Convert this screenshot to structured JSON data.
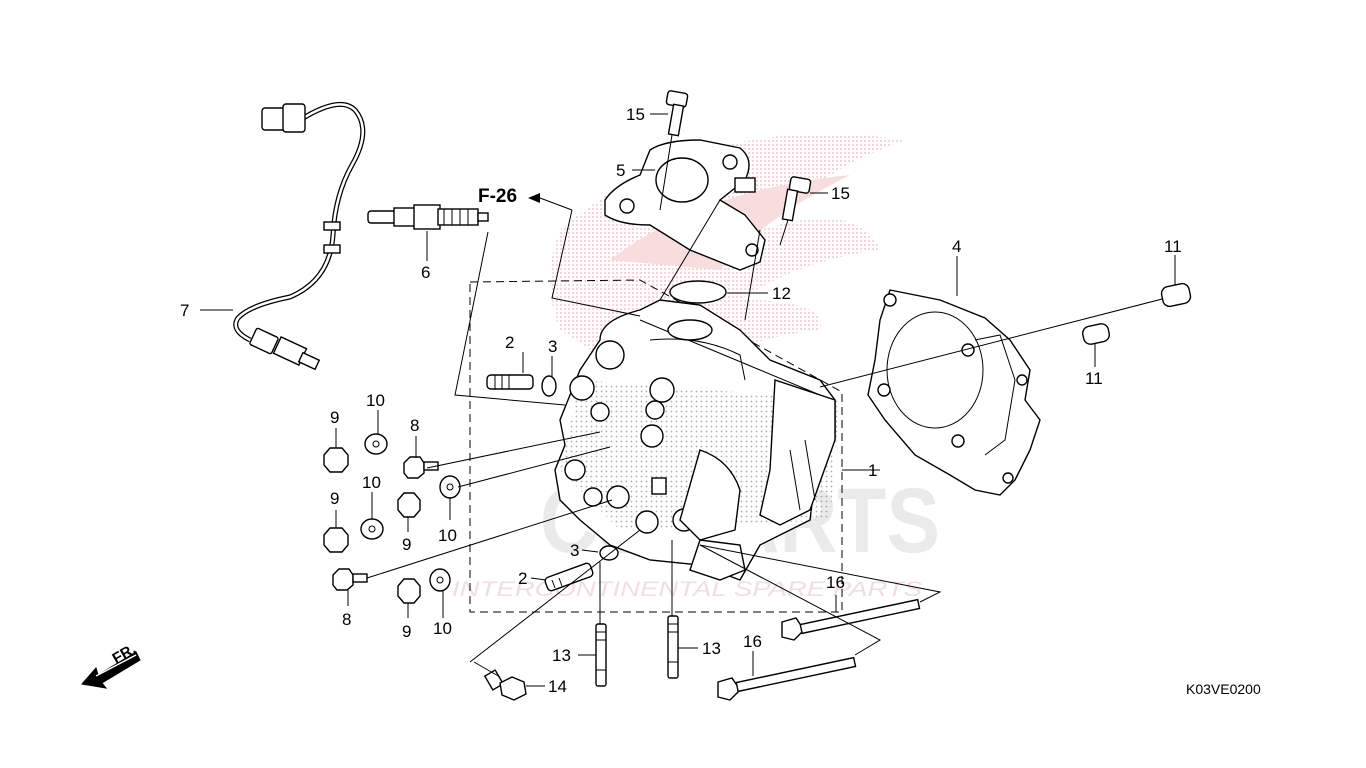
{
  "watermark": {
    "brand": "CS PARTS",
    "tagline": "INTERCONTINENTAL SPARE PARTS",
    "color": "#e8a0a0"
  },
  "diagram_code": "K03VE0200",
  "reference": "F-26",
  "front_indicator": "FR.",
  "callouts": {
    "c1": "1",
    "c2a": "2",
    "c2b": "2",
    "c3a": "3",
    "c3b": "3",
    "c4": "4",
    "c5": "5",
    "c6": "6",
    "c7": "7",
    "c8a": "8",
    "c8b": "8",
    "c9a": "9",
    "c9b": "9",
    "c9c": "9",
    "c9d": "9",
    "c10a": "10",
    "c10b": "10",
    "c10c": "10",
    "c10d": "10",
    "c11a": "11",
    "c11b": "11",
    "c12": "12",
    "c13a": "13",
    "c13b": "13",
    "c14": "14",
    "c15a": "15",
    "c15b": "15",
    "c16a": "16",
    "c16b": "16"
  }
}
